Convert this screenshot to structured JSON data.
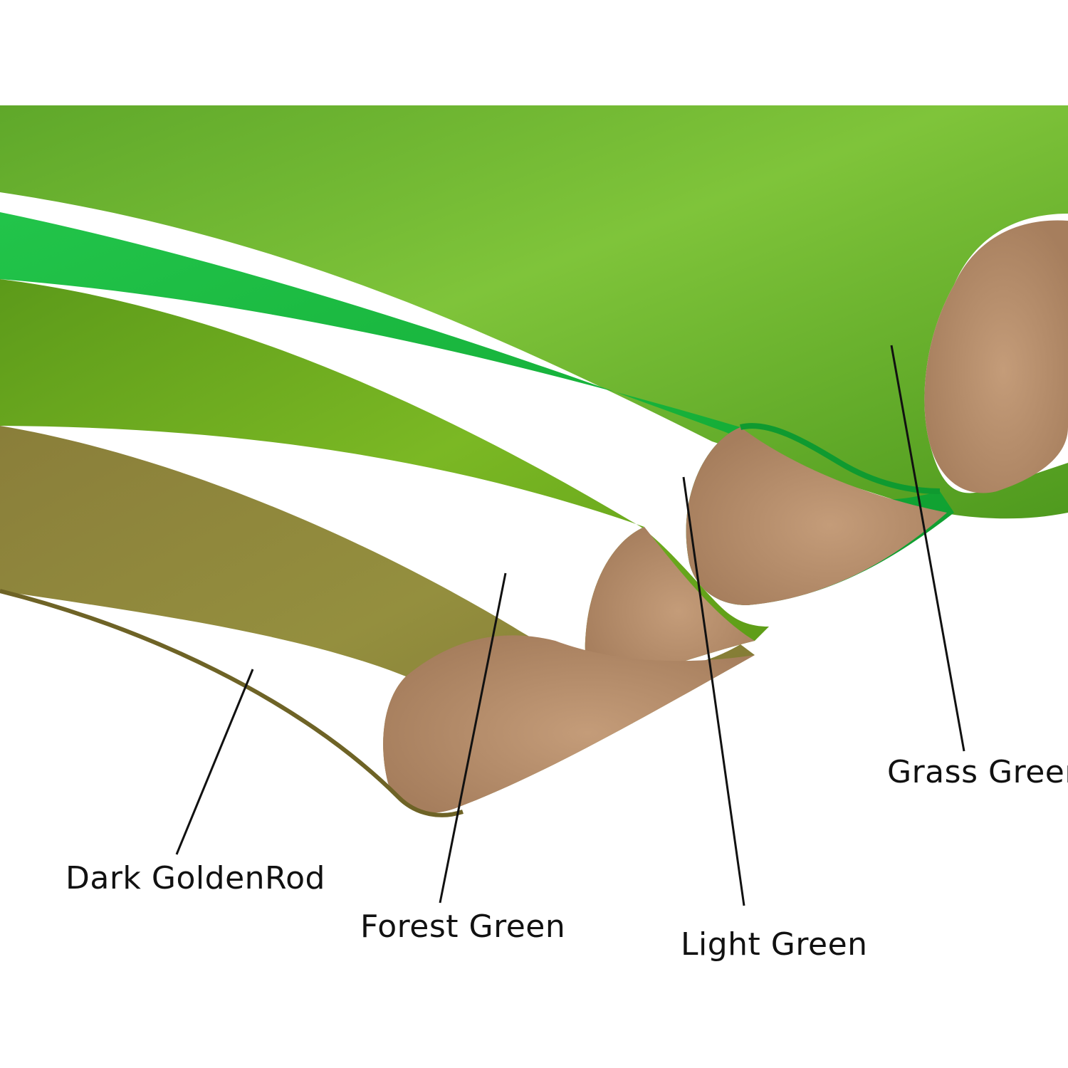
{
  "labels": {
    "dark_goldenrod": "Dark GoldenRod",
    "forest_green": "Forest Green",
    "light_green": "Light Green",
    "grass_green": "Grass Green"
  },
  "colors": {
    "background": "#ffffff",
    "grass_green": "#6dbb2a",
    "light_green": "#1fb83e",
    "forest_green": "#74b31f",
    "dark_goldenrod": "#8b8a3a",
    "backing_kraft": "#c9a27f",
    "leader_line": "#111111"
  }
}
